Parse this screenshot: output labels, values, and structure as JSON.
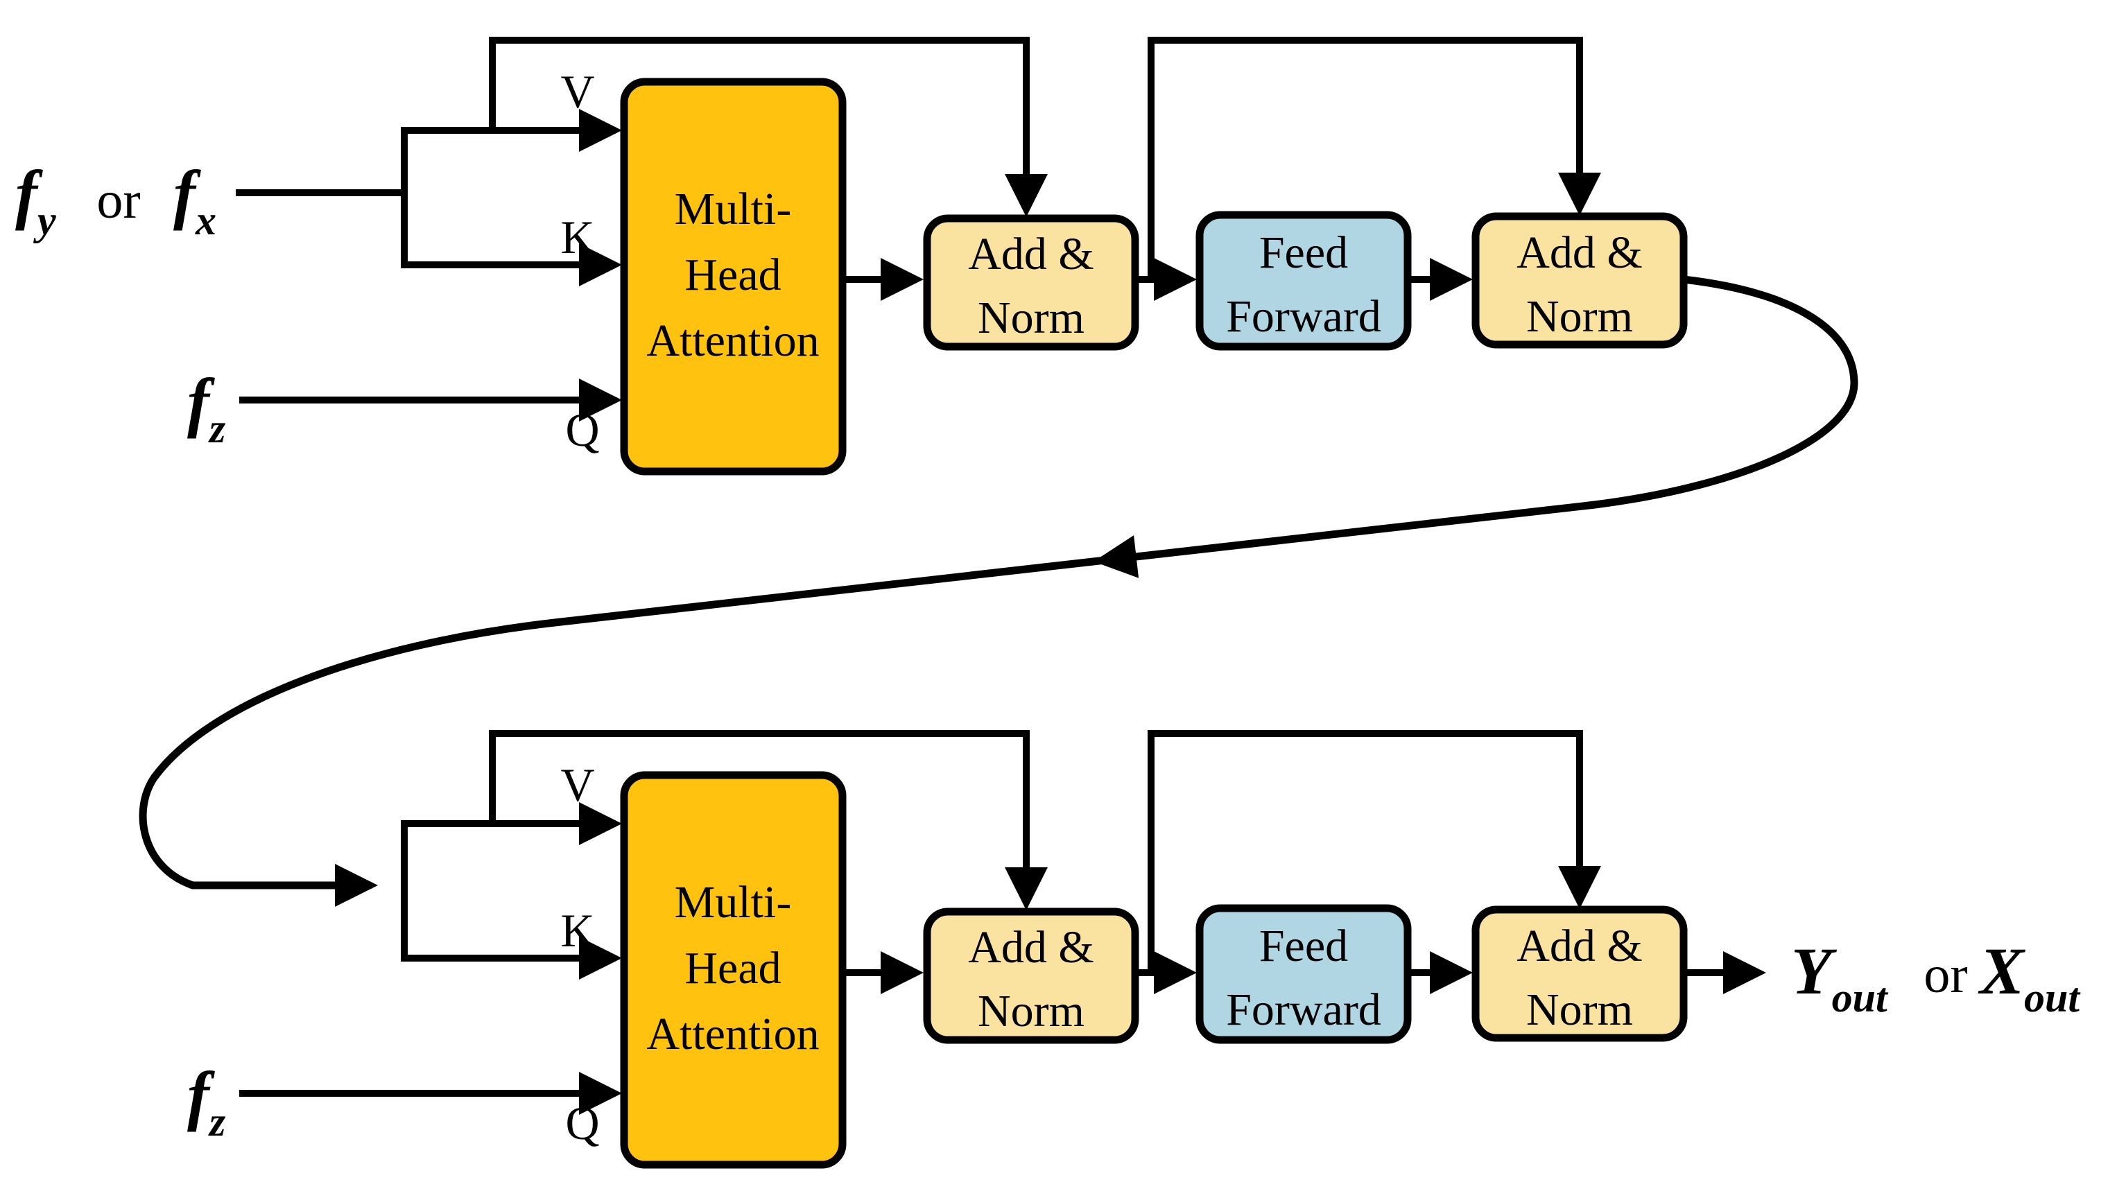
{
  "diagram": {
    "background": "#ffffff",
    "colors": {
      "attention_fill": "#FFC20E",
      "add_norm_fill": "#FAE2A0",
      "feed_forward_fill": "#AFD6E2",
      "stroke": "#000000"
    },
    "ports": {
      "value": "V",
      "key": "K",
      "query": "Q"
    },
    "inputs": {
      "feature_y": {
        "base": "f",
        "sub": "y"
      },
      "or": "or",
      "feature_x": {
        "base": "f",
        "sub": "x"
      },
      "feature_z": {
        "base": "f",
        "sub": "z"
      }
    },
    "outputs": {
      "y_out": {
        "base": "Y",
        "sub": "out"
      },
      "or": "or",
      "x_out": {
        "base": "X",
        "sub": "out"
      }
    },
    "blocks": {
      "attention": {
        "line1": "Multi-",
        "line2": "Head",
        "line3": "Attention"
      },
      "add_norm": {
        "line1": "Add &",
        "line2": "Norm"
      },
      "feed_forward": {
        "line1": "Feed",
        "line2": "Forward"
      }
    }
  }
}
